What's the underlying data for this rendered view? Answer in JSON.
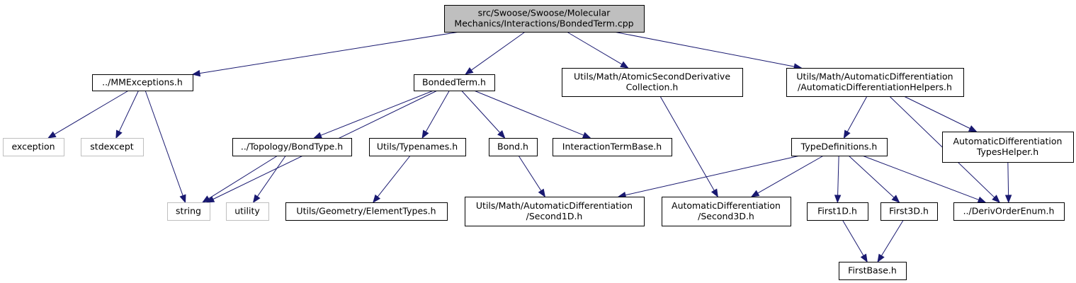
{
  "graph": {
    "nodes": [
      {
        "id": "root",
        "lines": [
          "src/Swoose/Swoose/Molecular",
          "Mechanics/Interactions/BondedTerm.cpp"
        ],
        "kind": "root",
        "icon": "none"
      },
      {
        "id": "mmexceptions",
        "lines": [
          "../MMExceptions.h"
        ],
        "kind": "file"
      },
      {
        "id": "bondedterm_h",
        "lines": [
          "BondedTerm.h"
        ],
        "kind": "file"
      },
      {
        "id": "atomic_second",
        "lines": [
          "Utils/Math/AtomicSecondDerivative",
          "Collection.h"
        ],
        "kind": "file"
      },
      {
        "id": "ad_helpers",
        "lines": [
          "Utils/Math/AutomaticDifferentiation",
          "/AutomaticDifferentiationHelpers.h"
        ],
        "kind": "file"
      },
      {
        "id": "exception",
        "lines": [
          "exception"
        ],
        "kind": "external"
      },
      {
        "id": "stdexcept",
        "lines": [
          "stdexcept"
        ],
        "kind": "external"
      },
      {
        "id": "string",
        "lines": [
          "string"
        ],
        "kind": "external"
      },
      {
        "id": "bondtype",
        "lines": [
          "../Topology/BondType.h"
        ],
        "kind": "file"
      },
      {
        "id": "typenames",
        "lines": [
          "Utils/Typenames.h"
        ],
        "kind": "file"
      },
      {
        "id": "bond",
        "lines": [
          "Bond.h"
        ],
        "kind": "file"
      },
      {
        "id": "interaction_base",
        "lines": [
          "InteractionTermBase.h"
        ],
        "kind": "file"
      },
      {
        "id": "utility",
        "lines": [
          "utility"
        ],
        "kind": "external"
      },
      {
        "id": "elementtypes",
        "lines": [
          "Utils/Geometry/ElementTypes.h"
        ],
        "kind": "file"
      },
      {
        "id": "typedefs",
        "lines": [
          "TypeDefinitions.h"
        ],
        "kind": "file"
      },
      {
        "id": "ad_types_helper",
        "lines": [
          "AutomaticDifferentiation",
          "TypesHelper.h"
        ],
        "kind": "file"
      },
      {
        "id": "second1d",
        "lines": [
          "Utils/Math/AutomaticDifferentiation",
          "/Second1D.h"
        ],
        "kind": "file"
      },
      {
        "id": "second3d",
        "lines": [
          "AutomaticDifferentiation",
          "/Second3D.h"
        ],
        "kind": "file"
      },
      {
        "id": "first1d",
        "lines": [
          "First1D.h"
        ],
        "kind": "file"
      },
      {
        "id": "first3d",
        "lines": [
          "First3D.h"
        ],
        "kind": "file"
      },
      {
        "id": "derivorder",
        "lines": [
          "../DerivOrderEnum.h"
        ],
        "kind": "file"
      },
      {
        "id": "firstbase",
        "lines": [
          "FirstBase.h"
        ],
        "kind": "file"
      }
    ],
    "edges": [
      {
        "from": "root",
        "to": "mmexceptions"
      },
      {
        "from": "root",
        "to": "bondedterm_h"
      },
      {
        "from": "root",
        "to": "atomic_second"
      },
      {
        "from": "root",
        "to": "ad_helpers"
      },
      {
        "from": "mmexceptions",
        "to": "exception"
      },
      {
        "from": "mmexceptions",
        "to": "stdexcept"
      },
      {
        "from": "mmexceptions",
        "to": "string"
      },
      {
        "from": "bondedterm_h",
        "to": "string"
      },
      {
        "from": "bondedterm_h",
        "to": "bondtype"
      },
      {
        "from": "bondedterm_h",
        "to": "typenames"
      },
      {
        "from": "bondedterm_h",
        "to": "bond"
      },
      {
        "from": "bondedterm_h",
        "to": "interaction_base"
      },
      {
        "from": "bondtype",
        "to": "string"
      },
      {
        "from": "bondtype",
        "to": "utility"
      },
      {
        "from": "typenames",
        "to": "elementtypes"
      },
      {
        "from": "bond",
        "to": "second1d"
      },
      {
        "from": "atomic_second",
        "to": "second3d"
      },
      {
        "from": "ad_helpers",
        "to": "typedefs"
      },
      {
        "from": "ad_helpers",
        "to": "ad_types_helper"
      },
      {
        "from": "ad_helpers",
        "to": "derivorder"
      },
      {
        "from": "typedefs",
        "to": "second1d"
      },
      {
        "from": "typedefs",
        "to": "second3d"
      },
      {
        "from": "typedefs",
        "to": "first1d"
      },
      {
        "from": "typedefs",
        "to": "first3d"
      },
      {
        "from": "typedefs",
        "to": "derivorder"
      },
      {
        "from": "ad_types_helper",
        "to": "derivorder"
      },
      {
        "from": "first1d",
        "to": "firstbase"
      },
      {
        "from": "first3d",
        "to": "firstbase"
      }
    ],
    "colors": {
      "edge": "#191970",
      "root_fill": "#bfbfbf",
      "external_border": "#bfbfbf",
      "node_border": "#000000"
    }
  }
}
